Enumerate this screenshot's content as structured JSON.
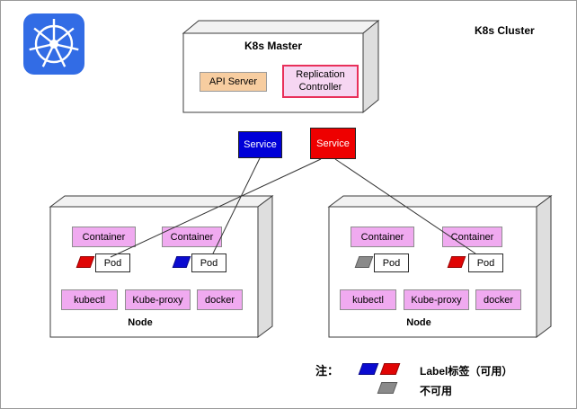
{
  "cluster_label": "K8s Cluster",
  "logo": {
    "icon": "kubernetes-wheel-icon"
  },
  "master": {
    "title": "K8s Master",
    "api_server_label": "API Server",
    "replication_controller_label": "Replication Controller"
  },
  "services": [
    {
      "label": "Service",
      "color": "#0000d8"
    },
    {
      "label": "Service",
      "color": "#ee0000"
    }
  ],
  "nodes": [
    {
      "label": "Node",
      "containers": [
        "Container",
        "Container"
      ],
      "pods": [
        {
          "label": "Pod",
          "flag_color": "red"
        },
        {
          "label": "Pod",
          "flag_color": "blue"
        }
      ],
      "components": [
        "kubectl",
        "Kube-proxy",
        "docker"
      ]
    },
    {
      "label": "Node",
      "containers": [
        "Container",
        "Container"
      ],
      "pods": [
        {
          "label": "Pod",
          "flag_color": "gray"
        },
        {
          "label": "Pod",
          "flag_color": "red"
        }
      ],
      "components": [
        "kubectl",
        "Kube-proxy",
        "docker"
      ]
    }
  ],
  "legend": {
    "note_label": "注：",
    "available_label": "Label标签（可用）",
    "unavailable_label": "不可用"
  },
  "colors": {
    "kubernetes_blue": "#326ce5",
    "service_blue": "#0000d8",
    "service_red": "#ee0000",
    "flag_blue": "#0b0bd0",
    "flag_red": "#e00505",
    "flag_gray": "#8a8a8a",
    "component_box_pink": "#f0aaf0",
    "api_server_peach": "#f7cda0",
    "replication_controller_pink": "#f6d6f2",
    "replication_controller_border": "#e8305a"
  }
}
